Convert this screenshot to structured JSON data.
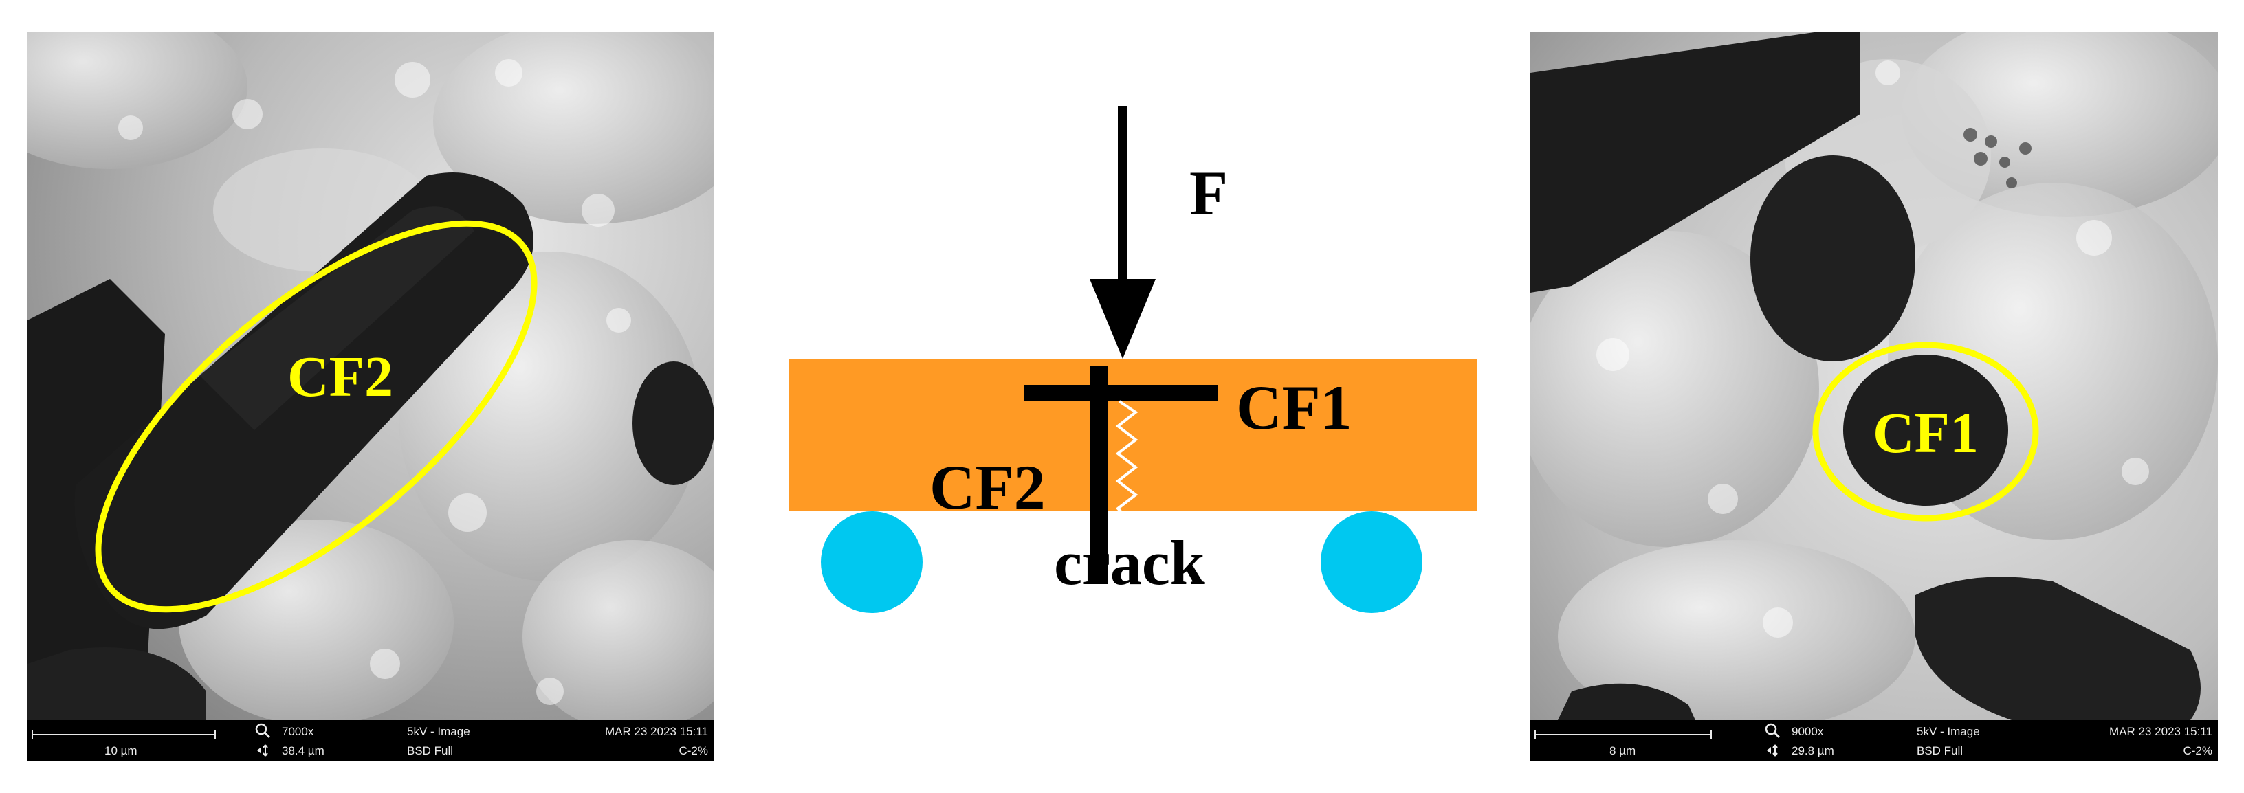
{
  "left_panel": {
    "label": "CF2",
    "databar": {
      "scale": "10 µm",
      "magnification": "7000x",
      "field_width": "38.4 µm",
      "mode": "5kV - Image",
      "detector": "BSD Full",
      "date": "MAR 23 2023 15:11",
      "sample": "C-2%"
    }
  },
  "right_panel": {
    "label": "CF1",
    "databar": {
      "scale": "8 µm",
      "magnification": "9000x",
      "field_width": "29.8 µm",
      "mode": "5kV - Image",
      "detector": "BSD Full",
      "date": "MAR 23 2023 15:11",
      "sample": "C-2%"
    }
  },
  "schematic": {
    "force_label": "F",
    "fiber_top_label": "CF1",
    "fiber_side_label": "CF2",
    "crack_label": "crack"
  },
  "colors": {
    "beam": "#FF9A24",
    "supports": "#00C8F0",
    "highlight": "#FFFF00",
    "fiber": "#000000"
  },
  "icons": [
    "zoom-icon",
    "field-width-icon"
  ]
}
